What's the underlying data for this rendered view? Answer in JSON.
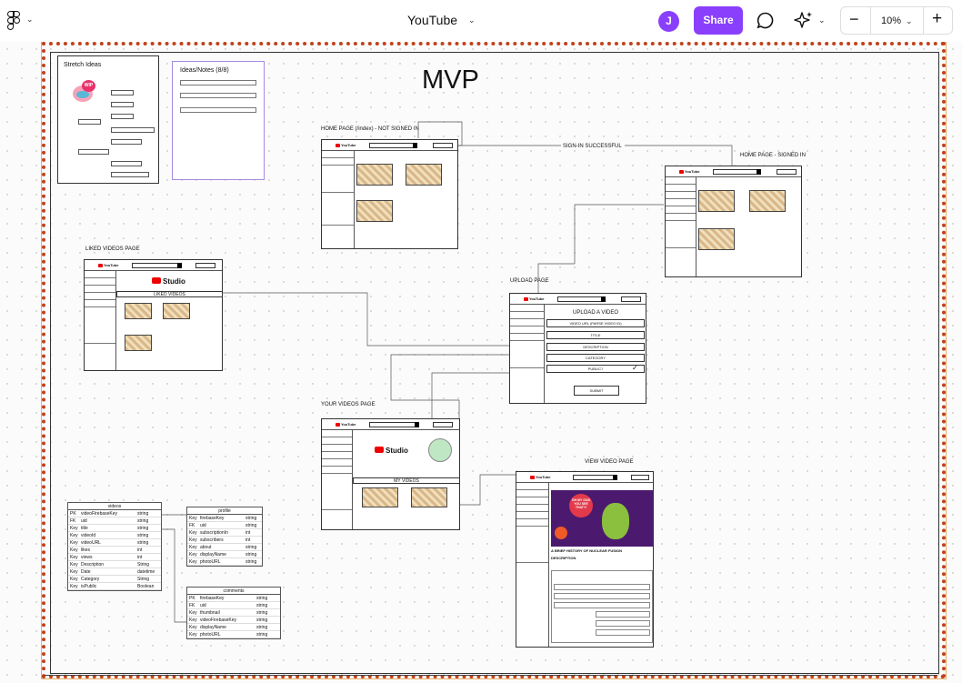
{
  "app": {
    "file_title": "YouTube",
    "avatar_initial": "J",
    "share_label": "Share",
    "zoom_level": "10%",
    "accent_color": "#8a3ffc"
  },
  "toolbar_icons": [
    "figma-menu-icon",
    "chevron-down-icon",
    "comment-icon",
    "ai-sparkle-icon",
    "zoom-out-icon",
    "zoom-in-icon"
  ],
  "canvas": {
    "heading": "MVP",
    "stretch_ideas": {
      "title": "Stretch Ideas",
      "badge": "WIP"
    },
    "ideas_notes": {
      "title": "Ideas/Notes (8/8)"
    },
    "labels": {
      "home_not_signed": "HOME PAGE (/index) - NOT SIGNED IN",
      "sign_in": "SIGN-IN SUCCESSFUL",
      "home_signed": "HOME PAGE - SIGNED IN",
      "liked": "LIKED VIDEOS PAGE",
      "upload": "UPLOAD PAGE",
      "your_videos": "YOUR VIDEOS PAGE",
      "view_video": "VIEW VIDEO PAGE"
    },
    "liked_page": {
      "studio": "Studio",
      "heading": "LIKED VIDEOS"
    },
    "your_videos_page": {
      "studio": "Studio",
      "heading": "MY VIDEOS"
    },
    "upload_form": {
      "heading": "UPLOAD A VIDEO",
      "fields": [
        "VIDEO URL (PARSE VIDEO ID)",
        "TITLE",
        "DESCRIPTION",
        "CATEGORY",
        "PUBLIC?"
      ],
      "submit": "SUBMIT"
    },
    "view_video": {
      "title": "A BRIEF HISTORY OF NUCLEAR FUSION",
      "description_label": "DESCRIPTION",
      "overlay_text": "OH MY GOD YOU SEE THAT?!"
    }
  },
  "db_tables": [
    {
      "name": "videos",
      "rows": [
        [
          "PK",
          "videoFirebaseKey",
          "string"
        ],
        [
          "FK",
          "uid",
          "string"
        ],
        [
          "Key",
          "title",
          "string"
        ],
        [
          "Key",
          "videoId",
          "string"
        ],
        [
          "Key",
          "videoURL",
          "string"
        ],
        [
          "Key",
          "likes",
          "int"
        ],
        [
          "Key",
          "views",
          "int"
        ],
        [
          "Key",
          "Description",
          "String"
        ],
        [
          "Key",
          "Date",
          "datetime"
        ],
        [
          "Key",
          "Category",
          "String"
        ],
        [
          "Key",
          "isPublic",
          "Boolean"
        ]
      ]
    },
    {
      "name": "profile",
      "rows": [
        [
          "Key",
          "firebaseKey",
          "string"
        ],
        [
          "FK",
          "uid",
          "string"
        ],
        [
          "Key",
          "subscriptionIn",
          "int"
        ],
        [
          "Key",
          "subscribers",
          "int"
        ],
        [
          "Key",
          "about",
          "string"
        ],
        [
          "Key",
          "displayName",
          "string"
        ],
        [
          "Key",
          "photoURL",
          "string"
        ]
      ]
    },
    {
      "name": "comments",
      "rows": [
        [
          "PK",
          "firebaseKey",
          "string"
        ],
        [
          "FK",
          "uid",
          "string"
        ],
        [
          "Key",
          "thumbnail",
          "string"
        ],
        [
          "Key",
          "videoFirebaseKey",
          "string"
        ],
        [
          "Key",
          "displayName",
          "string"
        ],
        [
          "Key",
          "photoURL",
          "string"
        ]
      ]
    }
  ]
}
